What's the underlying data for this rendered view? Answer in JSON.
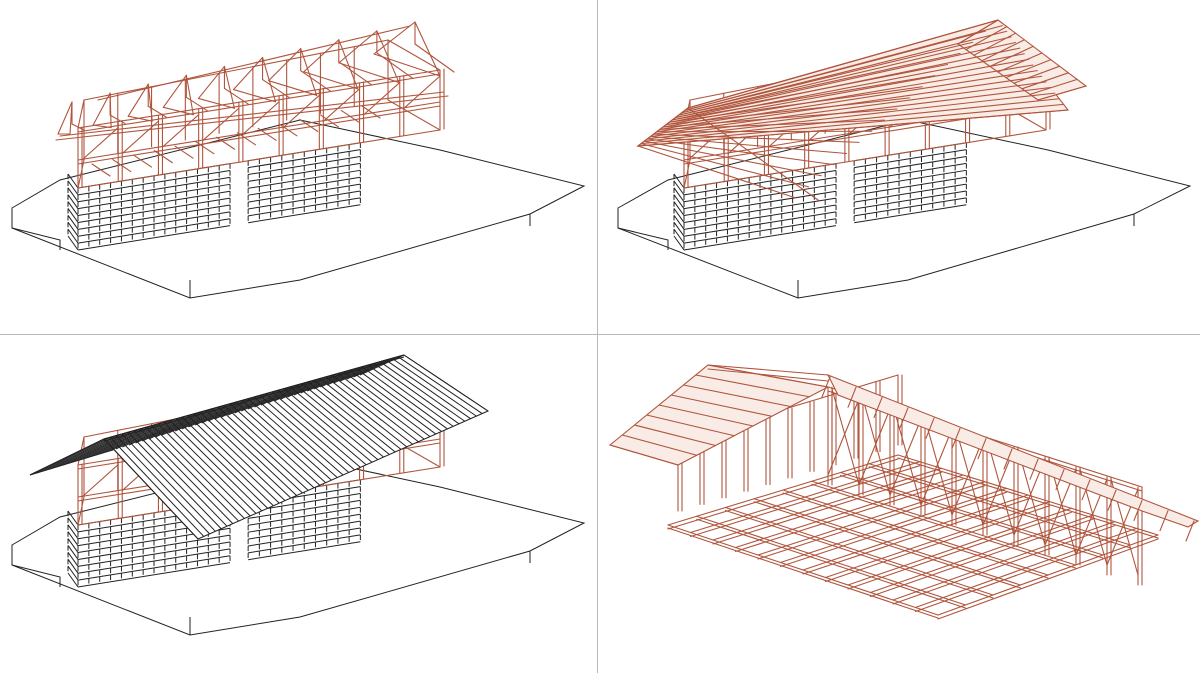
{
  "colors": {
    "background": "#ffffff",
    "timber": "#b0553d",
    "timber_fill": "#f9ece6",
    "linework": "#222222",
    "divider": "#b9b9b9"
  },
  "panels": [
    {
      "id": "frame-with-trusses"
    },
    {
      "id": "roof-battens"
    },
    {
      "id": "roof-cladding"
    },
    {
      "id": "interior-frame-view"
    }
  ]
}
